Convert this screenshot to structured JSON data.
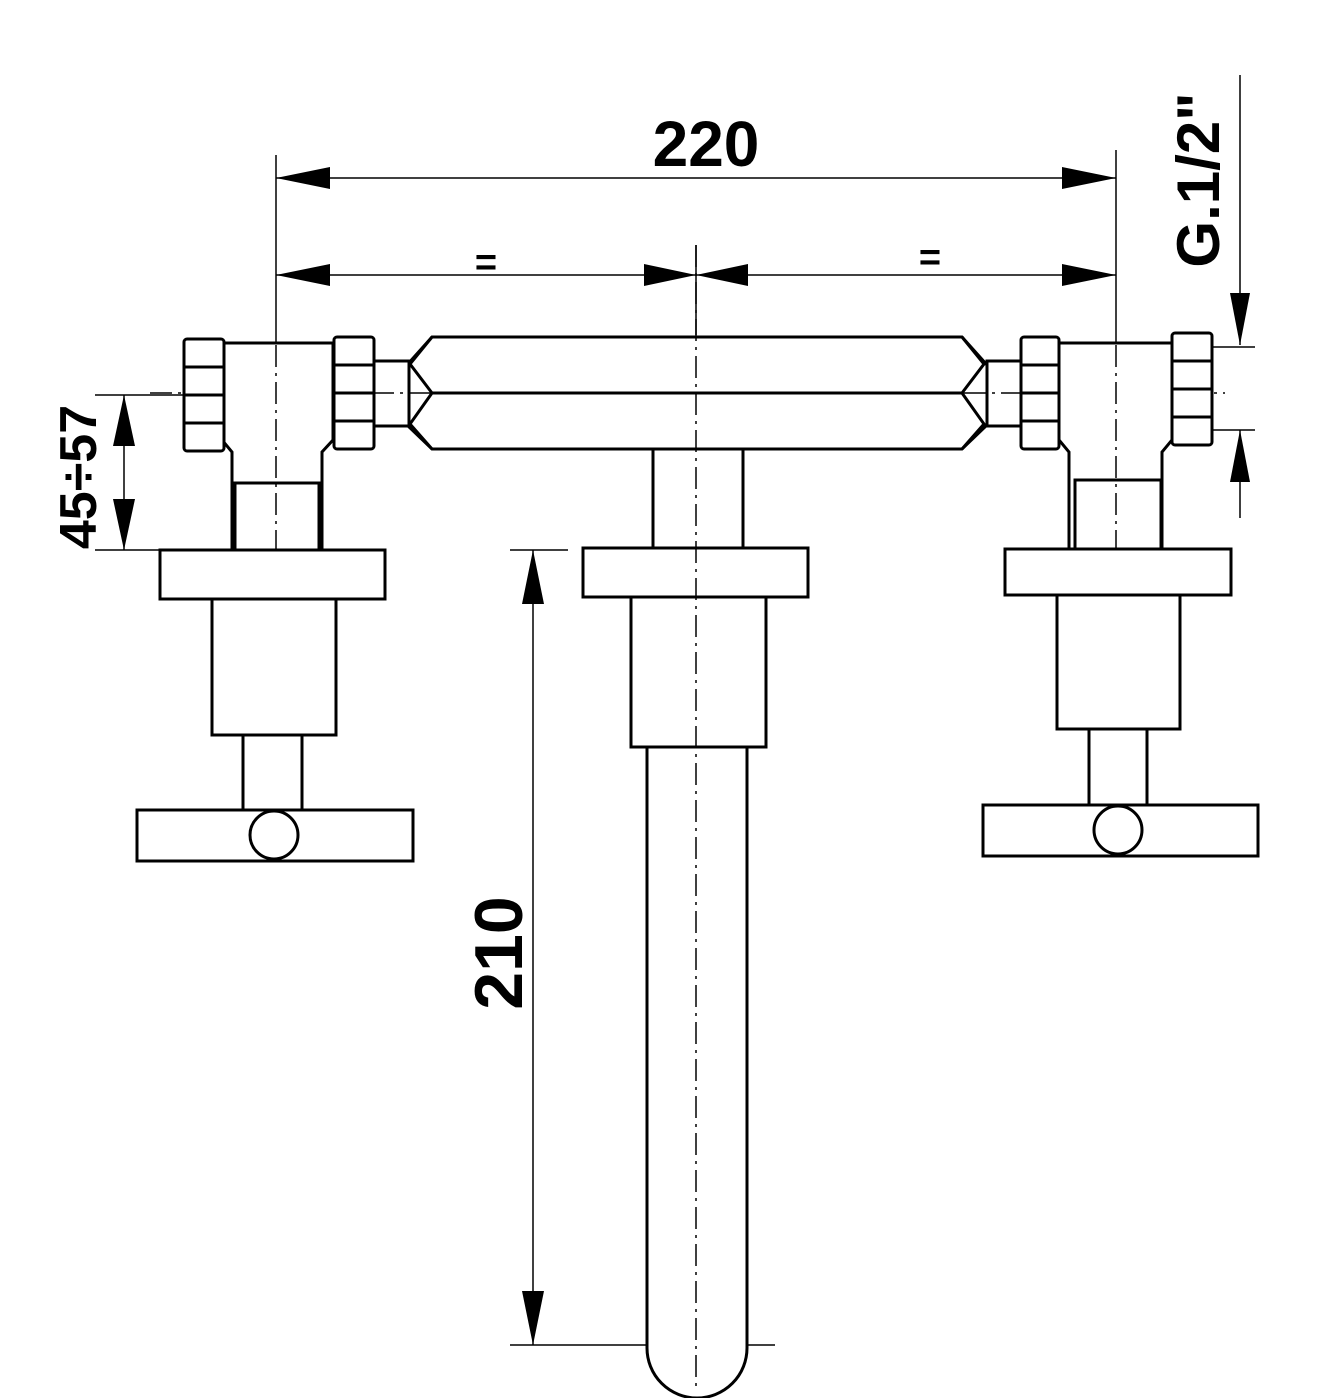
{
  "dimensions": {
    "overall_width": "220",
    "equal_left": "=",
    "equal_right": "=",
    "adjustment_range": "45÷57",
    "spout_length": "210",
    "thread": "G.1/2\""
  }
}
